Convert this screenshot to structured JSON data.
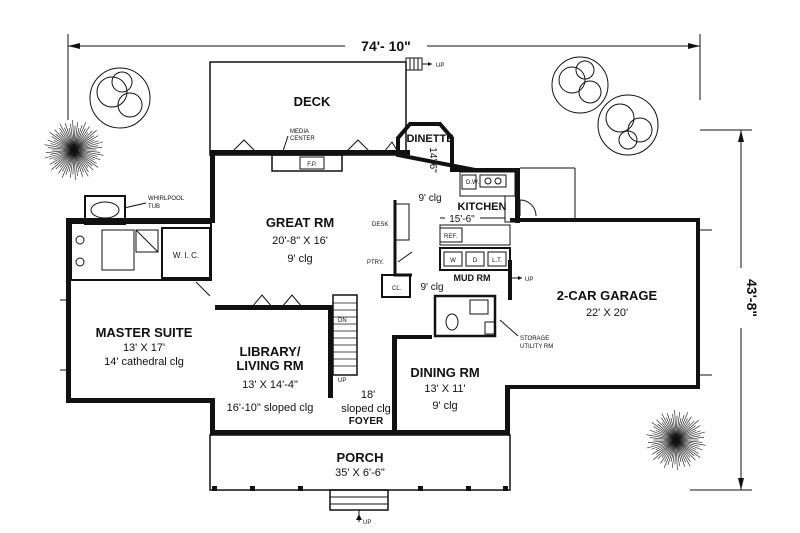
{
  "overall": {
    "width": "74'- 10\"",
    "depth": "43'-8\""
  },
  "rooms": {
    "deck": {
      "name": "DECK"
    },
    "dinette": {
      "name": "DINETTE",
      "dim": "14'-6\""
    },
    "kitchen": {
      "name": "KITCHEN",
      "clg": "9' clg",
      "dim": "15'-6\""
    },
    "great": {
      "name": "GREAT RM",
      "size": "20'-8\" X 16'",
      "clg": "9' clg"
    },
    "master": {
      "name": "MASTER SUITE",
      "size": "13' X 17'",
      "clg": "14' cathedral clg"
    },
    "library": {
      "name1": "LIBRARY/",
      "name2": "LIVING RM",
      "size": "13' X 14'-4\"",
      "clg": "16'-10\" sloped clg"
    },
    "dining": {
      "name": "DINING RM",
      "size": "13' X 11'",
      "clg": "9' clg"
    },
    "garage": {
      "name": "2-CAR GARAGE",
      "size": "22' X 20'"
    },
    "porch": {
      "name": "PORCH",
      "size": "35' X 6'-6\""
    },
    "foyer": {
      "line1": "18'",
      "line2": "sloped clg",
      "name": "FOYER"
    },
    "mud": {
      "name": "MUD RM",
      "clg": "9' clg"
    }
  },
  "labels": {
    "media1": "MEDIA",
    "media2": "CENTER",
    "fp": "F.P.",
    "desk": "DESK",
    "ptry": "PTRY.",
    "cl": "CL.",
    "wic": "W. I. C.",
    "whirl1": "WHIRLPOOL",
    "whirl2": "TUB",
    "dw": "D.W.",
    "ref": "REF.",
    "w": "W",
    "d": "D",
    "lt": "L.T.",
    "storage1": "STORAGE",
    "storage2": "UTILITY RM",
    "up": "UP",
    "dn": "DN"
  }
}
